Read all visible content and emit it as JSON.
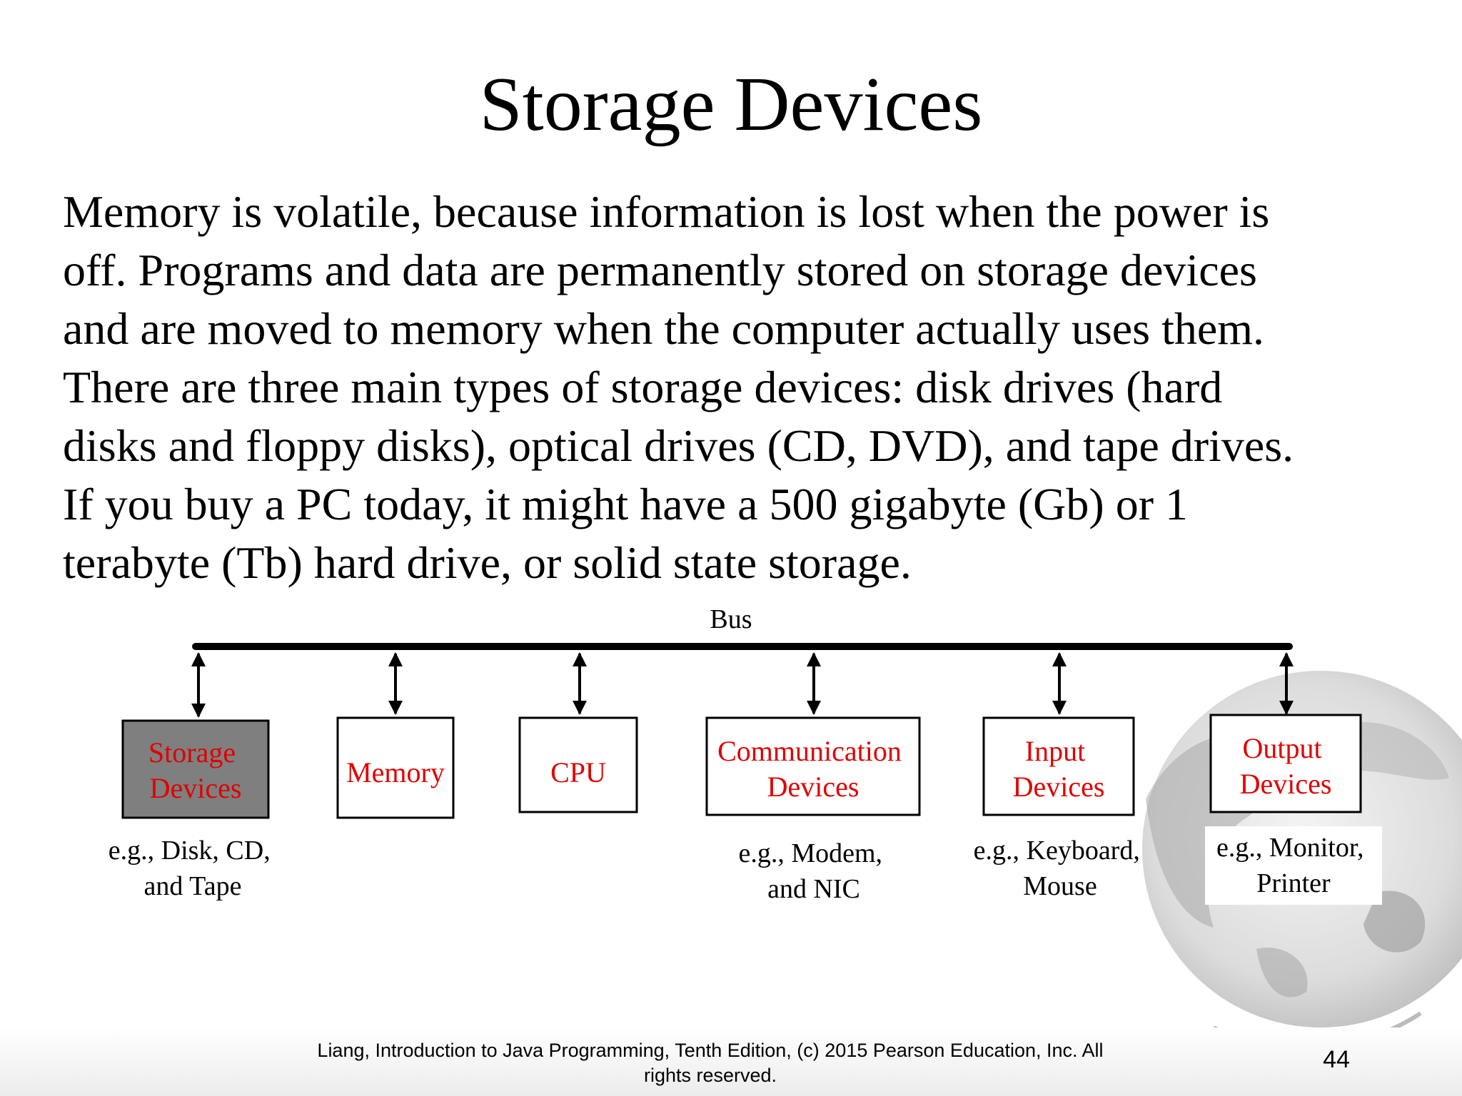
{
  "title": "Storage Devices",
  "body_lines": [
    "Memory is volatile, because information is lost when the power is",
    "off. Programs and data are permanently stored on storage devices",
    "and are moved to memory when the computer actually uses them.",
    "There are three main types of storage devices: disk drives (hard",
    "disks and floppy disks), optical drives (CD, DVD), and tape drives.",
    "If you buy a PC today, it might have a 500 gigabyte (Gb) or 1",
    "terabyte (Tb) hard drive, or solid state storage."
  ],
  "diagram": {
    "bus_label": "Bus",
    "components": [
      {
        "id": "storage",
        "lines": [
          "Storage",
          "Devices"
        ],
        "examples": [
          "e.g., Disk, CD,",
          "and Tape"
        ],
        "highlighted": true
      },
      {
        "id": "memory",
        "lines": [
          "Memory"
        ],
        "examples": []
      },
      {
        "id": "cpu",
        "lines": [
          "CPU"
        ],
        "examples": []
      },
      {
        "id": "communication",
        "lines": [
          "Communication",
          "Devices"
        ],
        "examples": [
          "e.g., Modem,",
          "and NIC"
        ]
      },
      {
        "id": "input",
        "lines": [
          "Input",
          "Devices"
        ],
        "examples": [
          "e.g., Keyboard,",
          "Mouse"
        ]
      },
      {
        "id": "output",
        "lines": [
          "Output",
          "Devices"
        ],
        "examples": [
          "e.g., Monitor,",
          "Printer"
        ]
      }
    ],
    "colors": {
      "label": "#e00000",
      "highlight_fill": "#7f7f7f",
      "line": "#000000"
    }
  },
  "footer": {
    "line1": "Liang, Introduction to Java Programming, Tenth Edition, (c) 2015 Pearson Education, Inc. All",
    "line2": "rights reserved.",
    "page_number": "44"
  }
}
